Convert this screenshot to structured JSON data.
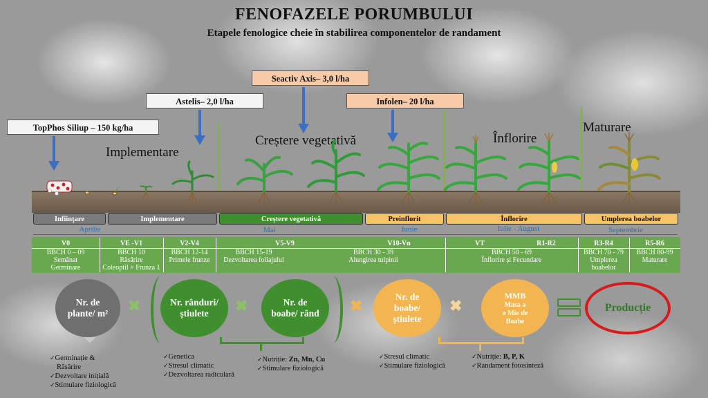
{
  "title": "FENOFAZELE PORUMBULUI",
  "subtitle": "Etapele fenologice cheie în stabilirea componentelor de randament",
  "products": [
    {
      "label": "TopPhos Siliup – 150 kg/ha",
      "style": "white"
    },
    {
      "label": "Astelis– 2,0 l/ha",
      "style": "white"
    },
    {
      "label": "Seactiv Axis– 3,0 l/ha",
      "style": "orange"
    },
    {
      "label": "Infolen– 20 l/ha",
      "style": "orange"
    }
  ],
  "stage_labels": [
    "Implementare",
    "Creștere vegetativă",
    "Înflorire",
    "Maturare"
  ],
  "phases": [
    {
      "label": "Infiinţare",
      "color": "#7a7a7a",
      "text": "#ffffff"
    },
    {
      "label": "Implementare",
      "color": "#7a7a7a",
      "text": "#ffffff"
    },
    {
      "label": "Creștere vegetativă",
      "color": "#3f8f2e",
      "text": "#ffffff"
    },
    {
      "label": "Preinflorit",
      "color": "#f5c264",
      "text": "#111111"
    },
    {
      "label": "Înflorire",
      "color": "#f5c264",
      "text": "#111111"
    },
    {
      "label": "Umplerea boabelor",
      "color": "#f5c264",
      "text": "#111111"
    }
  ],
  "months": [
    "Aprilie",
    "Mai",
    "Iunie",
    "Iulie - August",
    "Septembrie"
  ],
  "growth_stages": [
    {
      "code": "V0",
      "bbch": "BBCH 0 – 09",
      "desc": "Semănat\nGerminare"
    },
    {
      "code": "VE -V1",
      "bbch": "BBCH 10",
      "desc": "Răsărire\nColeoptil + Frunza 1"
    },
    {
      "code": "V2-V4",
      "bbch": "BBCH 12-14",
      "desc": "Primele frunze"
    },
    {
      "code": "V5-V9",
      "bbch": "BBCH 15-19",
      "desc": "Dezvoltarea foliajului"
    },
    {
      "code": "V10-Vn",
      "bbch": "BBCH 30 - 39",
      "desc": "Alungirea tulpinii"
    },
    {
      "code": "VT",
      "code2": "R1-R2",
      "bbch": "BBCH 50 - 69",
      "desc": "Înflorire și Fecundare"
    },
    {
      "code": "R3-R4",
      "bbch": "BBCH 70 - 79",
      "desc": "Umplerea\nboabelor"
    },
    {
      "code": "R5-R6",
      "bbch": "BBCH 80-99",
      "desc": "Maturare"
    }
  ],
  "yield": {
    "c1": "Nr. de\nplante/ m²",
    "c2": "Nr. rânduri/\nștiulete",
    "c3": "Nr. de\nboabe/ rând",
    "c4": "Nr. de\nboabe/\nștiulete",
    "c5a": "MMB",
    "c5b": "Masa a\no Mie de\nBoabe",
    "result": "Producție"
  },
  "factors": {
    "f1": [
      "Germinație &",
      "Răsărire",
      "Dezvoltare inițială",
      "Stimulare fiziologică"
    ],
    "f2": [
      "Genetica",
      "Stresul climatic",
      "Dezvoltarea radiculară"
    ],
    "f3a": "Nutriție: ",
    "f3b": "Zn, Mn, Cu",
    "f3c": "Stimulare fiziologică",
    "f4": [
      "Stresul climatic",
      "Stimulare fiziologică"
    ],
    "f5a": "Nutriție: ",
    "f5b": "B, P, K",
    "f5c": "Randament fotosinteză"
  },
  "colors": {
    "gray": "#6f6f6f",
    "green": "#3f8f2e",
    "orange": "#f3b452",
    "light_orange": "#f5c264",
    "red": "#d61b1b",
    "table_green": "#6aa84f",
    "arrow_blue": "#3c6fc2"
  }
}
